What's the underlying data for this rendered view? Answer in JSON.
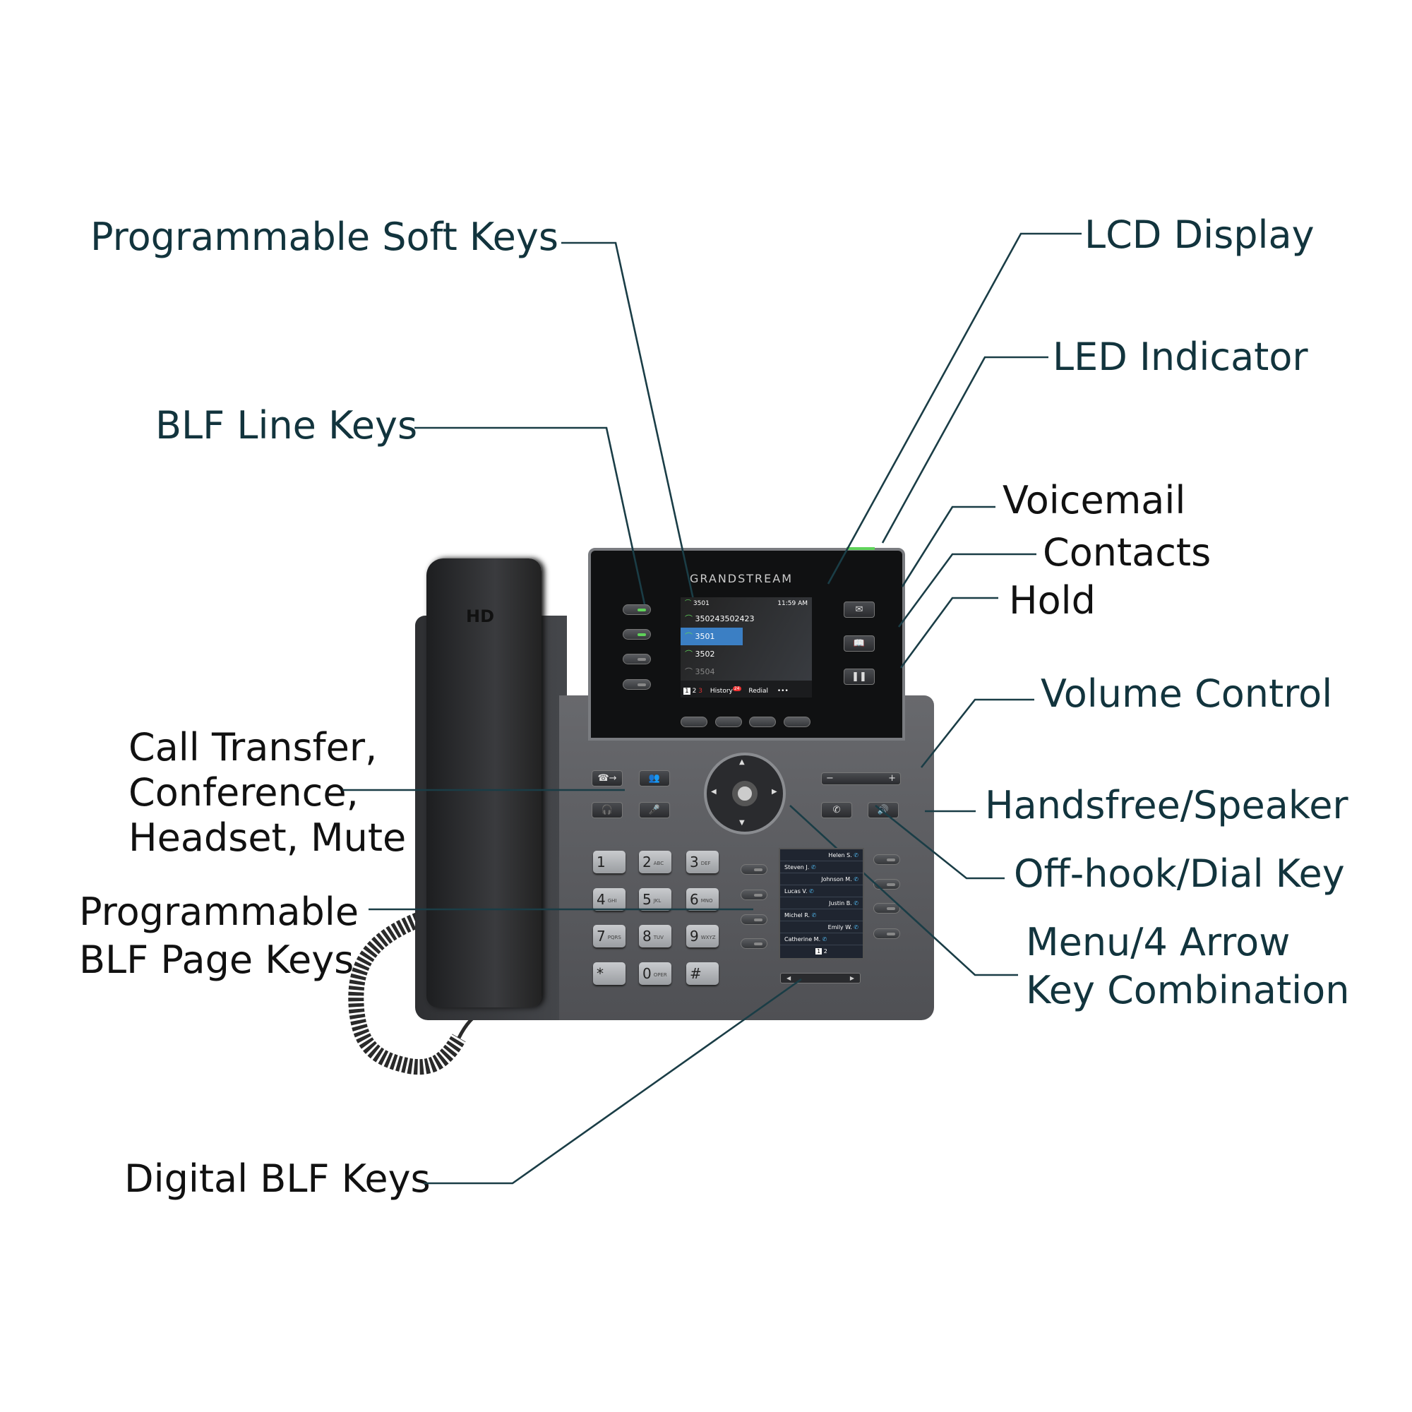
{
  "labels": {
    "soft_keys": "Programmable Soft Keys",
    "blf_line_keys": "BLF Line Keys",
    "lcd_display": "LCD Display",
    "led_indicator": "LED Indicator",
    "voicemail": "Voicemail",
    "contacts": "Contacts",
    "hold": "Hold",
    "volume_control": "Volume Control",
    "handsfree": "Handsfree/Speaker",
    "offhook": "Off-hook/Dial Key",
    "menu_line1": "Menu/4 Arrow",
    "menu_line2": "Key Combination",
    "call_line1": "Call Transfer,",
    "call_line2": "Conference,",
    "call_line3": "Headset, Mute",
    "blf_page_line1": "Programmable",
    "blf_page_line2": "BLF Page Keys",
    "digital_blf": "Digital BLF Keys"
  },
  "phone": {
    "brand": "GRANDSTREAM",
    "handset_label": "HD",
    "accent_led": "#5fd35a",
    "screen": {
      "status_account": "3501",
      "time": "11:59 AM",
      "lines": [
        "350243502423",
        "3501",
        "3502",
        "3504"
      ],
      "pages": [
        "1",
        "2",
        "3"
      ],
      "softkeys": [
        "History",
        "Redial",
        "•••"
      ],
      "history_badge": "24"
    },
    "keypad": [
      {
        "d": "1",
        "l": ""
      },
      {
        "d": "2",
        "l": "ABC"
      },
      {
        "d": "3",
        "l": "DEF"
      },
      {
        "d": "4",
        "l": "GHI"
      },
      {
        "d": "5",
        "l": "JKL"
      },
      {
        "d": "6",
        "l": "MNO"
      },
      {
        "d": "7",
        "l": "PQRS"
      },
      {
        "d": "8",
        "l": "TUV"
      },
      {
        "d": "9",
        "l": "WXYZ"
      },
      {
        "d": "*",
        "l": ""
      },
      {
        "d": "0",
        "l": "OPER"
      },
      {
        "d": "#",
        "l": ""
      }
    ],
    "blf_screen": {
      "contacts": [
        "Helen S.",
        "Steven J.",
        "Johnson M.",
        "Lucas V.",
        "Justin B.",
        "Michel R.",
        "Emily W.",
        "Catherine M."
      ],
      "pages": [
        "1",
        "2"
      ]
    },
    "volume": {
      "minus": "−",
      "plus": "+"
    }
  }
}
